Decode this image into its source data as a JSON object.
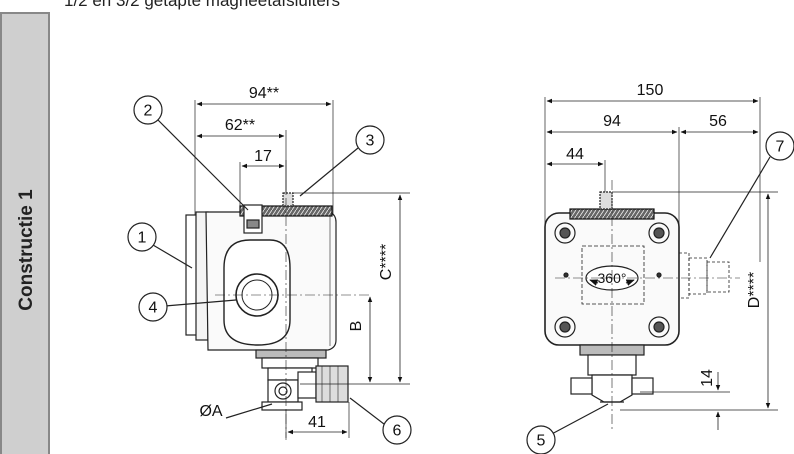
{
  "header": {
    "text": "1/2 en 3/2 getapte magneetafsluiters"
  },
  "side_tab": {
    "label": "Constructie 1"
  },
  "callouts": [
    "1",
    "2",
    "3",
    "4",
    "5",
    "6",
    "7"
  ],
  "dimensions": {
    "d94_star": "94**",
    "d62_star": "62**",
    "d17": "17",
    "c_star": "C****",
    "b": "B",
    "d41": "41",
    "phi_a": "ØA",
    "d150": "150",
    "d94": "94",
    "d56": "56",
    "d44": "44",
    "d_star": "D****",
    "d14": "14",
    "rot360": "360°"
  }
}
